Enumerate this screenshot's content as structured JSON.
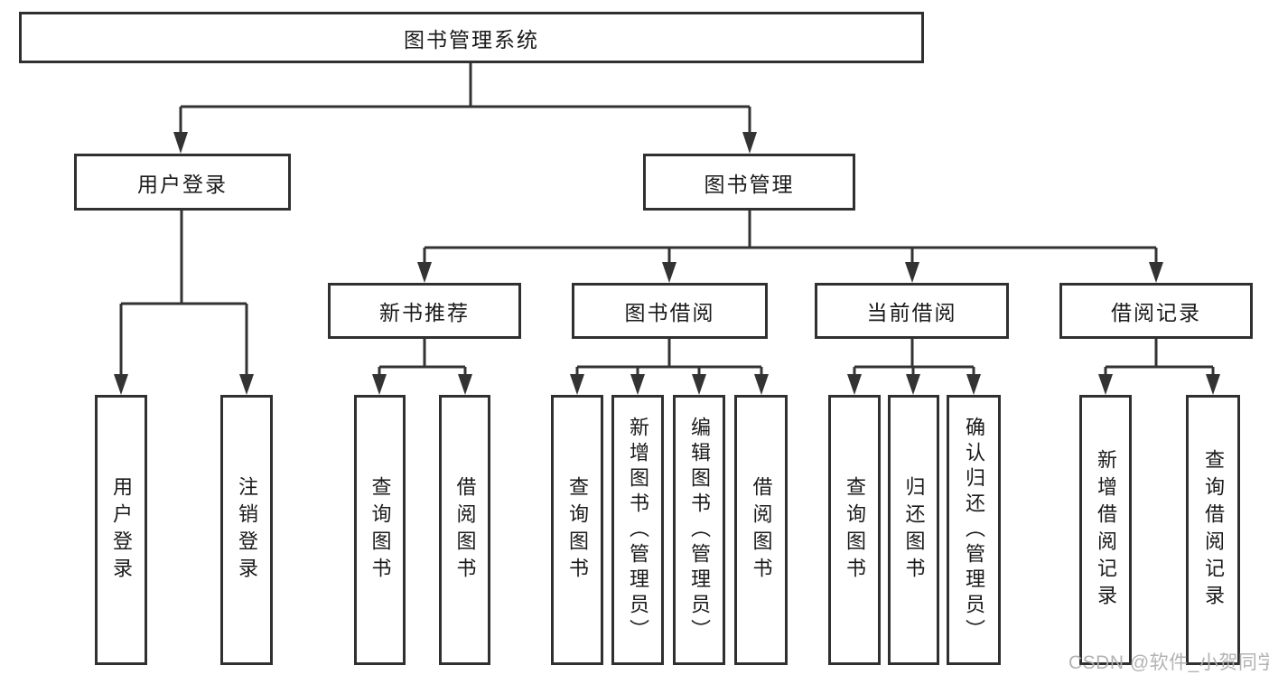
{
  "diagram": {
    "root": {
      "label": "图书管理系统"
    },
    "level2": [
      {
        "id": "user-login",
        "label": "用户登录"
      },
      {
        "id": "book-management",
        "label": "图书管理"
      }
    ],
    "level3": [
      {
        "id": "new-book-recommend",
        "label": "新书推荐",
        "parent": "图书管理"
      },
      {
        "id": "book-borrowing",
        "label": "图书借阅",
        "parent": "图书管理"
      },
      {
        "id": "current-borrowing",
        "label": "当前借阅",
        "parent": "图书管理"
      },
      {
        "id": "borrowing-records",
        "label": "借阅记录",
        "parent": "图书管理"
      }
    ],
    "leaves": [
      {
        "label": "用户登录",
        "parent": "用户登录"
      },
      {
        "label": "注销登录",
        "parent": "用户登录"
      },
      {
        "label": "查询图书",
        "parent": "新书推荐"
      },
      {
        "label": "借阅图书",
        "parent": "新书推荐"
      },
      {
        "label": "查询图书",
        "parent": "图书借阅"
      },
      {
        "label": "新增图书（管理员）",
        "parent": "图书借阅"
      },
      {
        "label": "编辑图书（管理员）",
        "parent": "图书借阅"
      },
      {
        "label": "借阅图书",
        "parent": "图书借阅"
      },
      {
        "label": "查询图书",
        "parent": "当前借阅"
      },
      {
        "label": "归还图书",
        "parent": "当前借阅"
      },
      {
        "label": "确认归还（管理员）",
        "parent": "当前借阅"
      },
      {
        "label": "新增借阅记录",
        "parent": "借阅记录"
      },
      {
        "label": "查询借阅记录",
        "parent": "借阅记录"
      }
    ]
  },
  "watermark": {
    "label": "CSDN @软件_小贺同学"
  },
  "colors": {
    "line": "#333333",
    "text": "#1a1a1a",
    "watermark": "#afafaf",
    "background": "#ffffff"
  }
}
